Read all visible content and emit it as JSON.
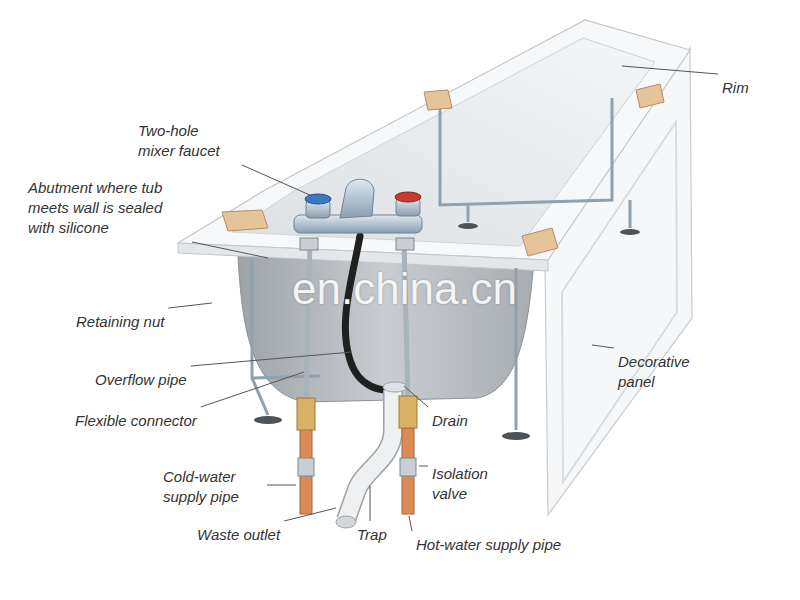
{
  "diagram": {
    "labels": [
      "Rim",
      "Two-hole mixer faucet",
      "Abutment where tub meets wall is sealed with silicone",
      "en.china.cn",
      "Retaining nut",
      "Decorative panel",
      "Overflow pipe",
      "Flexible connector",
      "Drain",
      "Cold-water supply pipe",
      "Isolation valve",
      "Waste outlet",
      "Trap",
      "Hot-water supply pipe"
    ]
  }
}
